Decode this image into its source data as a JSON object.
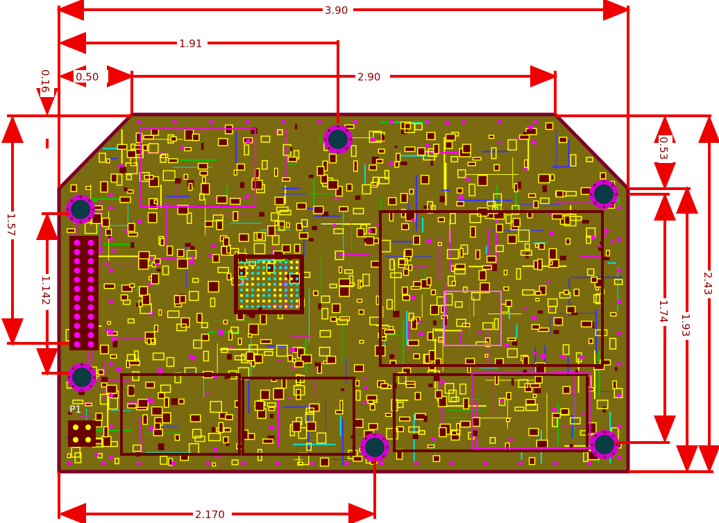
{
  "drawing": {
    "dimensions": {
      "overall_width": "3.90",
      "top_mid": "1.91",
      "chamfer_left": "0.50",
      "top_edge": "2.90",
      "left_offset": "0.16",
      "right_chamfer": "0.53",
      "left_height": "1.57",
      "header_span": "1.142",
      "right_inner": "1.74",
      "right_mid": "1.93",
      "overall_height": "2.43",
      "bottom_hole": "2.170"
    },
    "silkscreen": {
      "connector_label": "P1"
    },
    "colors": {
      "dimension": "#ee0000",
      "board_outline": "#7a0028",
      "component_fill": "#ffff00",
      "pad": "#6b0000",
      "trace_magenta": "#ff00ff",
      "trace_cyan": "#00e5e5",
      "trace_green": "#00cc00",
      "trace_blue": "#3333ff",
      "mounting_hole": "#d400d4",
      "hole_center": "#0a3a44"
    },
    "icons": [
      "mounting-hole-icon",
      "pin-header-icon",
      "dimension-arrow-icon"
    ]
  }
}
